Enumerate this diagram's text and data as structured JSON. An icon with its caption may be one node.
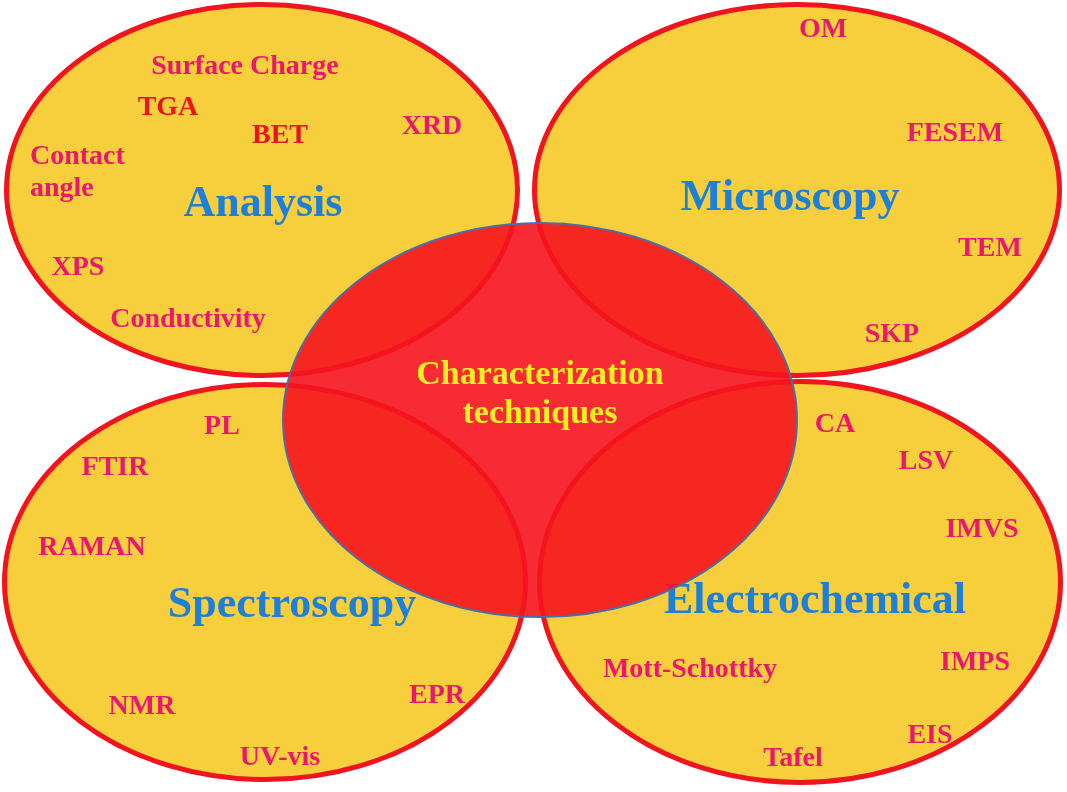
{
  "diagram": {
    "nodes": [
      {
        "text": [
          "Analysis",
          "Surface Charge",
          "TGA",
          "BET",
          "XRD",
          "Contact angle",
          "XPS",
          "Conductivity"
        ]
      },
      {
        "text": [
          "Microscopy",
          "OM",
          "FESEM",
          "TEM",
          "SKP"
        ]
      },
      {
        "text": [
          "Characterization techniques"
        ]
      },
      {
        "text": [
          "Spectroscopy",
          "PL",
          "FTIR",
          "RAMAN",
          "EPR",
          "NMR",
          "UV-vis"
        ]
      },
      {
        "text": [
          "Electrochemical",
          "CA",
          "LSV",
          "IMVS",
          "IMPS",
          "Mott-Schottky",
          "EIS",
          "Tafel"
        ]
      }
    ]
  }
}
